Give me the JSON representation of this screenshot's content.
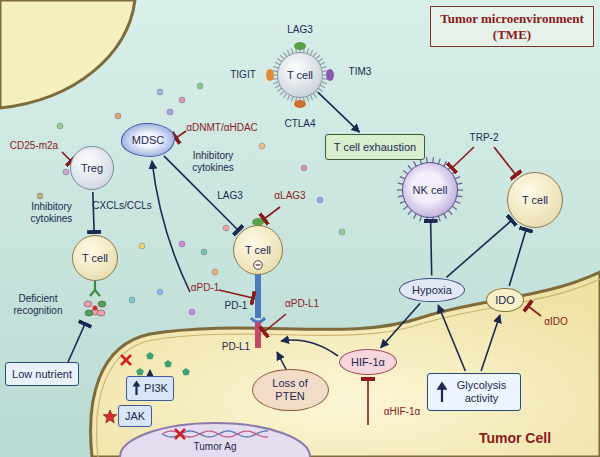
{
  "diagram": {
    "title": "Tumor microenvironment (TME)",
    "nodes": [
      {
        "text": [
          "T cell"
        ]
      },
      {
        "text": [
          "T cell exhaustion"
        ]
      },
      {
        "text": [
          "MDSC"
        ]
      },
      {
        "text": [
          "Treg"
        ]
      },
      {
        "text": [
          "T cell"
        ]
      },
      {
        "text": [
          "T cell"
        ]
      },
      {
        "text": [
          "Low nutrient"
        ]
      },
      {
        "text": [
          "PI3K"
        ]
      },
      {
        "text": [
          "JAK"
        ]
      },
      {
        "text": [
          "Loss of PTEN"
        ]
      },
      {
        "text": [
          "HIF-1α"
        ]
      },
      {
        "text": [
          "Hypoxia"
        ]
      },
      {
        "text": [
          "IDO"
        ]
      },
      {
        "text": [
          "Glycolysis activity"
        ]
      },
      {
        "text": [
          "NK cell"
        ]
      },
      {
        "text": [
          "T cell"
        ]
      }
    ],
    "edges": [
      {
        "from": 0,
        "to": 1,
        "arrow": "to"
      },
      {
        "from": 3,
        "to": 4,
        "label": "Inhibitory cytokines",
        "arrow": "to"
      },
      {
        "from": 2,
        "to": 5,
        "label": "Inhibitory cytokines",
        "arrow": "to"
      },
      {
        "from": 11,
        "to": 10,
        "arrow": "to"
      },
      {
        "from": 13,
        "to": 11,
        "arrow": "to"
      },
      {
        "from": 13,
        "to": 12,
        "arrow": "to"
      },
      {
        "from": 11,
        "to": 14,
        "arrow": "to"
      },
      {
        "from": 11,
        "to": 15,
        "arrow": "to"
      },
      {
        "from": 12,
        "to": 15,
        "arrow": "to"
      }
    ],
    "labels": [
      "LAG3",
      "TIGIT",
      "TIM3",
      "CTLA4",
      "αDNMT/αHDAC",
      "CD25-m2a",
      "CXCLs/CCLs",
      "LAG3",
      "αLAG3",
      "Deficient recognition",
      "PD-1",
      "αPD-1",
      "PD-L1",
      "αPD-L1",
      "TRP-2",
      "αHIF-1α",
      "αIDO",
      "Tumor Ag",
      "Tumor Cell"
    ]
  }
}
